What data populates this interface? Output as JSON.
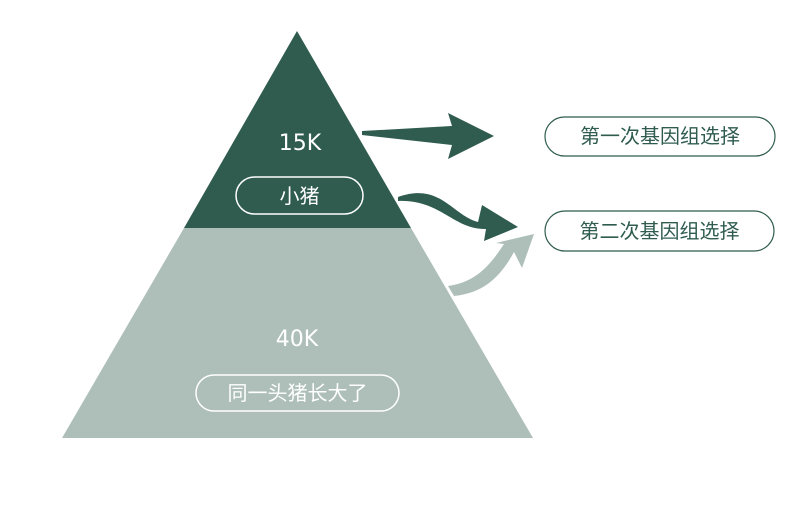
{
  "colors": {
    "top_tier": "#2f5c4f",
    "bottom_tier": "#aebfba",
    "arrow_dark": "#2f5c4f",
    "arrow_light": "#aebfba",
    "label_border": "#2f5c4f",
    "label_text": "#2f5c4f",
    "tier_text": "#ffffff"
  },
  "pyramid": {
    "top": {
      "count": "15K",
      "label": "小猪"
    },
    "bottom": {
      "count": "40K",
      "label": "同一头猪长大了"
    }
  },
  "selections": {
    "first": "第一次基因组选择",
    "second": "第二次基因组选择"
  }
}
